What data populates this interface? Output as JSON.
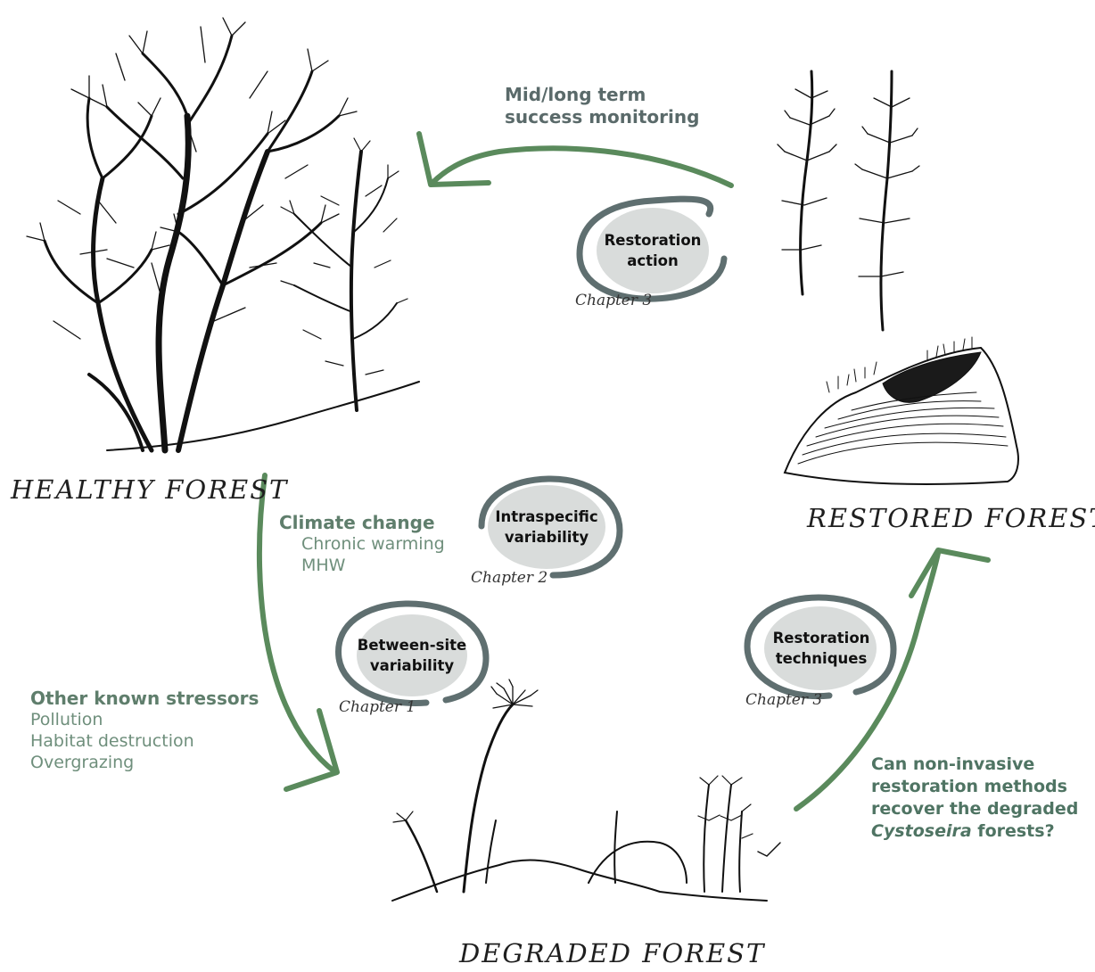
{
  "stages": {
    "healthy": "HEALTHY FOREST",
    "restored": "RESTORED FOREST",
    "degraded": "DEGRADED FOREST"
  },
  "arrows": {
    "monitoring_line1": "Mid/long term",
    "monitoring_line2": "success monitoring"
  },
  "stressors": {
    "climate_title": "Climate change",
    "climate_items": [
      "Chronic warming",
      "MHW"
    ],
    "other_title": "Other known stressors",
    "other_items": [
      "Pollution",
      "Habitat destruction",
      "Overgrazing"
    ]
  },
  "bubbles": {
    "restoration_action": {
      "line1": "Restoration",
      "line2": "action",
      "chapter": "Chapter 3"
    },
    "intraspecific": {
      "line1": "Intraspecific",
      "line2": "variability",
      "chapter": "Chapter 2"
    },
    "between_site": {
      "line1": "Between-site",
      "line2": "variability",
      "chapter": "Chapter 1"
    },
    "restoration_techniques": {
      "line1": "Restoration",
      "line2": "techniques",
      "chapter": "Chapter 3"
    }
  },
  "question": {
    "line1": "Can non-invasive",
    "line2": "restoration methods",
    "line3": "recover  the degraded",
    "line4_italic": "Cystoseira",
    "line4_rest": " forests?"
  },
  "colors": {
    "arrow_green": "#5a8a5c",
    "bubble_fill": "#d9dcdb",
    "bubble_ring": "#5f6f70",
    "text_green": "#5f7e6c"
  }
}
